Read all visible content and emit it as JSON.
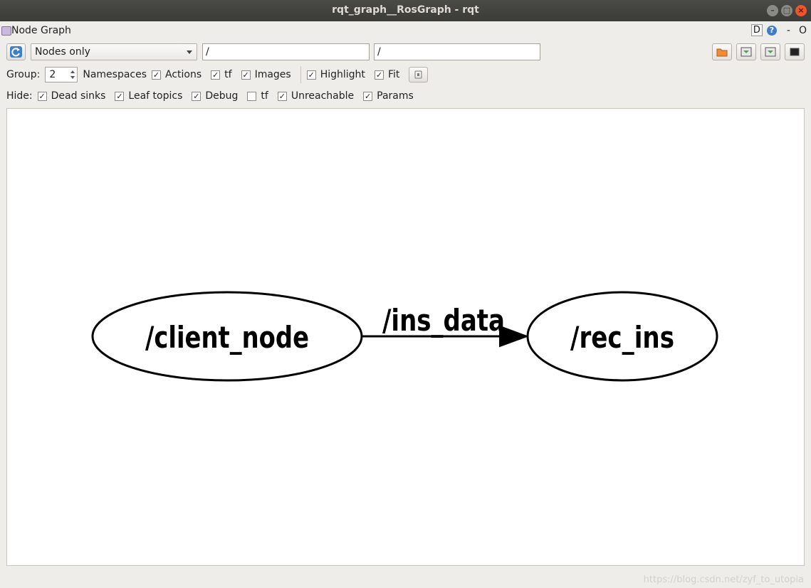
{
  "window": {
    "title": "rqt_graph__RosGraph - rqt"
  },
  "plugin": {
    "title": "Node Graph",
    "d_label": "D",
    "help_label": "?",
    "minimize_label": "-",
    "close_label": "O"
  },
  "toolbar": {
    "mode_select": "Nodes only",
    "filter_include": "/",
    "filter_exclude": "/"
  },
  "options": {
    "group_label": "Group:",
    "group_value": "2",
    "namespaces": "Namespaces",
    "actions": "Actions",
    "tf": "tf",
    "images": "Images",
    "highlight": "Highlight",
    "fit": "Fit"
  },
  "hide": {
    "label": "Hide:",
    "dead_sinks": "Dead sinks",
    "leaf_topics": "Leaf topics",
    "debug": "Debug",
    "tf": "tf",
    "unreachable": "Unreachable",
    "params": "Params"
  },
  "graph": {
    "nodes": [
      "/client_node",
      "/rec_ins"
    ],
    "edge_label": "/ins_data"
  },
  "watermark": "https://blog.csdn.net/zyf_to_utopia"
}
